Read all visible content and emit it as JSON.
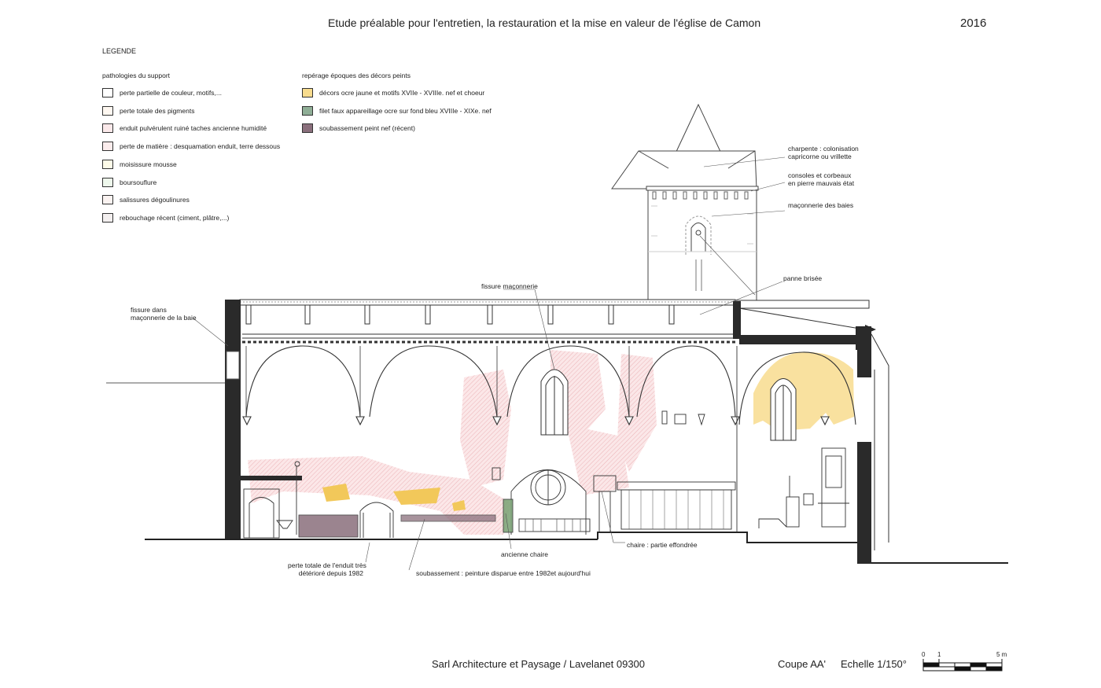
{
  "header": {
    "title": "Etude préalable pour l'entretien, la restauration et la mise en valeur de l'église de Camon",
    "year": "2016"
  },
  "legend": {
    "heading": "LEGENDE",
    "pathologies": {
      "heading": "pathologies du support",
      "items": [
        {
          "label": "perte partielle de couleur, motifs,...",
          "color": "#ffffff"
        },
        {
          "label": "perte totale des pigments",
          "color": "#fff8f1"
        },
        {
          "label": "enduit pulvérulent ruiné taches ancienne humidité",
          "color": "#fbe9ea"
        },
        {
          "label": "perte de matière : desquamation enduit, terre dessous",
          "color": "#fbecec"
        },
        {
          "label": "moisissure mousse",
          "color": "#fdfbe8"
        },
        {
          "label": "boursouflure",
          "color": "#eef8ec"
        },
        {
          "label": "salissures dégoulinures",
          "color": "#fbf3f1"
        },
        {
          "label": "rebouchage récent (ciment, plâtre,...)",
          "color": "#f3efef"
        }
      ]
    },
    "epoques": {
      "heading": "repérage époques des décors peints",
      "items": [
        {
          "label": "décors ocre jaune et motifs XVIIe - XVIIIe. nef et choeur",
          "color": "#f8dc8e"
        },
        {
          "label": "filet faux appareillage ocre sur fond bleu XVIIIe - XIXe. nef",
          "color": "#8fae96"
        },
        {
          "label": "soubassement peint nef (récent)",
          "color": "#8a6f7c"
        }
      ]
    }
  },
  "annotations": {
    "charpente": [
      "charpente : colonisation",
      "capricorne ou vrillette"
    ],
    "consoles": [
      "consoles et corbeaux",
      "en pierre mauvais état"
    ],
    "maconnerie_baies": "maçonnerie des baies",
    "panne": "panne brisée",
    "fissure_maconnerie": "fissure maçonnerie",
    "fissure_baie": [
      "fissure dans",
      "maçonnerie de la baie"
    ],
    "ancienne_chaire": "ancienne chaire",
    "chaire": "chaire : partie effondrée",
    "perte_enduit": [
      "perte totale de l'enduit très",
      "détérioré depuis 1982"
    ],
    "soubassement": "soubassement : peinture disparue entre 1982et aujourd'hui"
  },
  "footer": {
    "office": "Sarl Architecture et Paysage / Lavelanet 09300",
    "section": "Coupe AA'",
    "scale": "Echelle 1/150°",
    "scale_start": "0",
    "scale_one": "1",
    "scale_end": "5 m"
  },
  "colors": {
    "wall": "#2a2a2a",
    "ocre": "#f8dc8e",
    "ocre_strong": "#f2c85a",
    "damage": "#f3c6c8",
    "soubassement": "#8a6f7c"
  }
}
